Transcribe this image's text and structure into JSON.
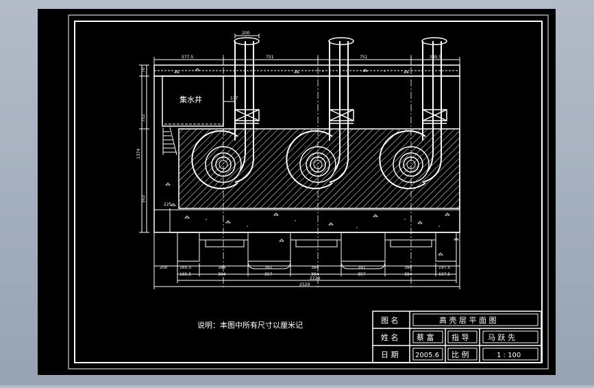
{
  "drawing": {
    "note": "说明：本图中所有尺寸以厘米记",
    "well_label": "集水井",
    "dimensions": {
      "top_span_left": "577.5",
      "top_span_mid1": "751",
      "top_span_mid2": "751",
      "top_span_right": "385.5",
      "pipe_diameter": "200",
      "valve_offset": "137",
      "left_v1": "70",
      "left_v2": "752",
      "left_v3": "502",
      "left_total": "1374",
      "small_225": "225",
      "bottom_row1": [
        "200",
        "165.5",
        "384",
        "397",
        "384",
        "397",
        "384",
        "197.5"
      ],
      "bottom_row2": [
        "165.5",
        "384",
        "397",
        "384",
        "397",
        "384",
        "197.5"
      ],
      "bottom_total_inner": "2229",
      "bottom_total": "2529"
    },
    "title_block": {
      "drawing_name_label": "图 名",
      "drawing_name": "高 壳 层 平 面 图",
      "name_label": "姓 名",
      "name_value": "蔡 富",
      "advisor_label": "指 导",
      "advisor_value": "马 跃 先",
      "date_label": "日 期",
      "date_value": "2005.6",
      "scale_label": "比 例",
      "scale_value": "1 : 100"
    }
  }
}
